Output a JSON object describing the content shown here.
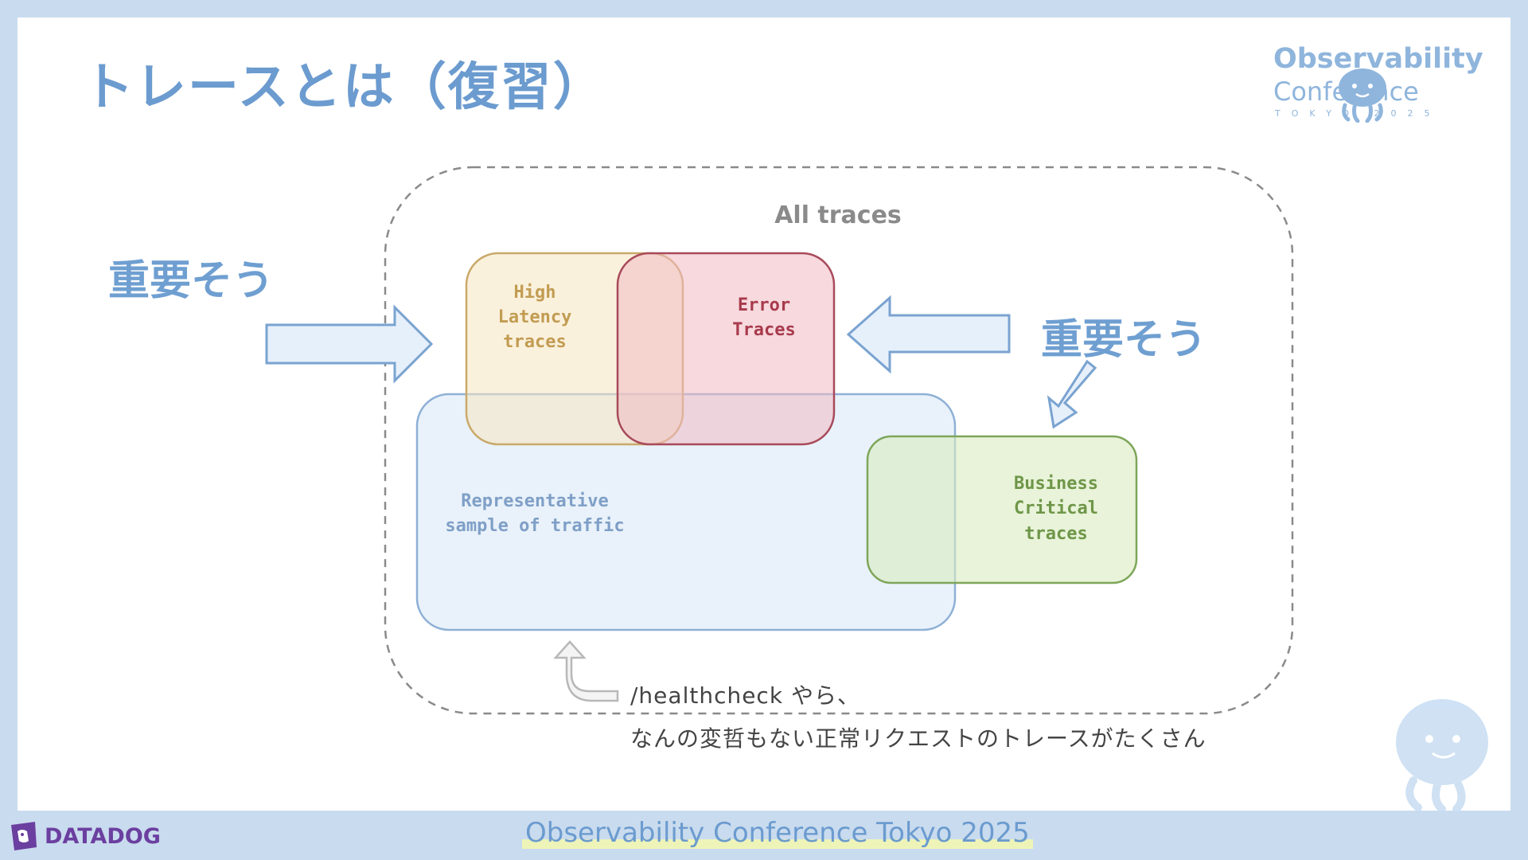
{
  "slide": {
    "title": "トレースとは（復習）",
    "important_label_left": "重要そう",
    "important_label_right": "重要そう"
  },
  "logo_top": {
    "line1": "Observability",
    "line2": "Conference",
    "line3": "TOKYO 2025"
  },
  "diagram": {
    "outer_label": "All traces",
    "high_latency": [
      "High",
      "Latency",
      "traces"
    ],
    "error": [
      "Error",
      "Traces"
    ],
    "representative": [
      "Representative",
      "sample of traffic"
    ],
    "business": [
      "Business",
      "Critical",
      "traces"
    ]
  },
  "note": {
    "line1": "/healthcheck やら、",
    "line2": "なんの変哲もない正常リクエストのトレースがたくさん"
  },
  "footer": {
    "title": "Observability Conference Tokyo 2025",
    "brand": "DATADOG"
  },
  "colors": {
    "accent": "#6b9bcf",
    "high_latency": "#c9a96a",
    "error": "#a84a5a",
    "representative": "#8fb0d6",
    "business": "#7ea65a"
  }
}
